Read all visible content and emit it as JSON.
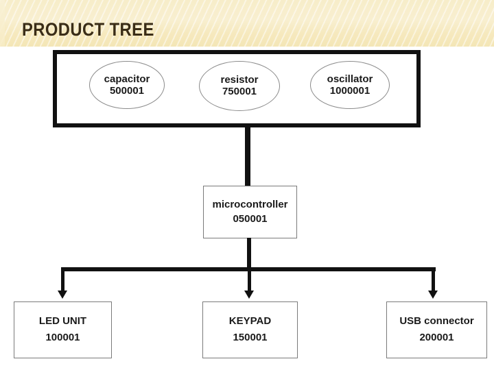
{
  "slide": {
    "title": "PRODUCT TREE",
    "colors": {
      "header_background": "#f6e9be",
      "header_text": "#3a2d17",
      "diagram_line": "#111111",
      "box_border": "#7a7a7a",
      "ellipse_border": "#8a8a8a",
      "canvas": "#ffffff"
    }
  },
  "diagram": {
    "type": "product-tree",
    "top_group": {
      "label": "components-group",
      "parts": [
        {
          "name": "capacitor",
          "code": "500001"
        },
        {
          "name": "resistor",
          "code": "750001"
        },
        {
          "name": "oscillator",
          "code": "1000001"
        }
      ]
    },
    "middle": {
      "name": "microcontroller",
      "code": "050001"
    },
    "leaves": [
      {
        "name": "LED UNIT",
        "code": "100001"
      },
      {
        "name": "KEYPAD",
        "code": "150001"
      },
      {
        "name": "USB connector",
        "code": "200001"
      }
    ]
  }
}
